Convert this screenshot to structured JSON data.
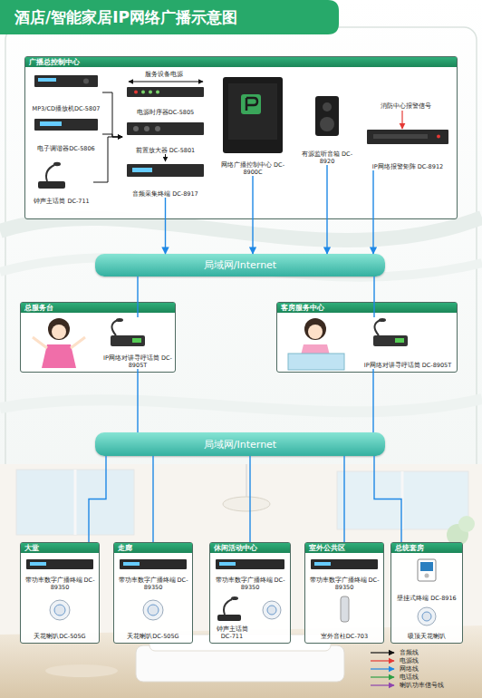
{
  "diagram": {
    "title": "酒店/智能家居IP网络广播示意图",
    "nodes": [
      {
        "text": [
          "广播总控制中心"
        ]
      },
      {
        "text": [
          "MP3/CD播放机DC-5807"
        ],
        "in": 0
      },
      {
        "text": [
          "电源时序器DC-5805"
        ],
        "in": 0
      },
      {
        "text": [
          "网络广播控制中心 DC-8900C"
        ],
        "in": 0
      },
      {
        "text": [
          "有源监听音箱 DC-8920"
        ],
        "in": 0
      },
      {
        "text": [
          "电子调谐器DC-5806"
        ],
        "in": 0
      },
      {
        "text": [
          "前置放大器 DC-5801"
        ],
        "in": 0
      },
      {
        "text": [
          "IP网络报警矩阵 DC-8912"
        ],
        "in": 0
      },
      {
        "text": [
          "钟声主话筒 DC-711"
        ],
        "in": 0
      },
      {
        "text": [
          "音频采集终端 DC-8917"
        ],
        "in": 0
      },
      {
        "text": [
          "局域网/Internet"
        ]
      },
      {
        "text": [
          "总服务台"
        ]
      },
      {
        "text": [
          "IP网络对讲寻呼话筒 DC-8905T"
        ],
        "in": 11
      },
      {
        "text": [
          "客房服务中心"
        ]
      },
      {
        "text": [
          "IP网络对讲寻呼话筒 DC-8905T"
        ],
        "in": 13
      },
      {
        "text": [
          "局域网/Internet"
        ]
      },
      {
        "text": [
          "大堂"
        ]
      },
      {
        "text": [
          "带功率数字广播终端 DC-89350"
        ],
        "in": 16
      },
      {
        "text": [
          "天花喇叭DC-505G"
        ],
        "in": 16
      },
      {
        "text": [
          "走廊"
        ]
      },
      {
        "text": [
          "带功率数字广播终端 DC-89350"
        ],
        "in": 19
      },
      {
        "text": [
          "天花喇叭DC-505G"
        ],
        "in": 19
      },
      {
        "text": [
          "休闲活动中心"
        ]
      },
      {
        "text": [
          "带功率数字广播终端 DC-89350"
        ],
        "in": 22
      },
      {
        "text": [
          "钟声主话筒 DC-711"
        ],
        "in": 22
      },
      {
        "text": [
          "室外公共区"
        ]
      },
      {
        "text": [
          "带功率数字广播终端 DC-89350"
        ],
        "in": 25
      },
      {
        "text": [
          "室外音柱DC-703"
        ],
        "in": 25
      },
      {
        "text": [
          "总统套房"
        ]
      },
      {
        "text": [
          "壁挂式终端 DC-8916"
        ],
        "in": 28
      },
      {
        "text": [
          "吸顶天花喇叭"
        ],
        "in": 28
      }
    ],
    "edges": [
      {
        "from": 1,
        "to": 6,
        "arrow": "to"
      },
      {
        "from": 5,
        "to": 6,
        "arrow": "to"
      },
      {
        "from": 8,
        "to": 6,
        "arrow": "to"
      },
      {
        "from": 6,
        "to": 9,
        "arrow": "to"
      },
      {
        "from": 9,
        "to": 10,
        "arrow": "to"
      },
      {
        "from": 3,
        "to": 10,
        "arrow": "to"
      },
      {
        "from": 4,
        "to": 10,
        "arrow": "to"
      },
      {
        "from": 7,
        "to": 10,
        "arrow": "to"
      },
      {
        "from": 10,
        "to": 12,
        "arrow": "none"
      },
      {
        "from": 10,
        "to": 14,
        "arrow": "none"
      },
      {
        "from": 12,
        "to": 15,
        "arrow": "none"
      },
      {
        "from": 14,
        "to": 15,
        "arrow": "none"
      },
      {
        "from": 15,
        "to": 16,
        "arrow": "none"
      },
      {
        "from": 15,
        "to": 19,
        "arrow": "none"
      },
      {
        "from": 15,
        "to": 22,
        "arrow": "none"
      },
      {
        "from": 15,
        "to": 25,
        "arrow": "none"
      },
      {
        "from": 15,
        "to": 28,
        "arrow": "none"
      }
    ],
    "labels": [
      "服务设备电源",
      "消防中心报警信号"
    ],
    "legend": [
      {
        "text": "音频线"
      },
      {
        "text": "电源线"
      },
      {
        "text": "网络线"
      },
      {
        "text": "电话线"
      },
      {
        "text": "喇叭功率信号线"
      }
    ]
  }
}
